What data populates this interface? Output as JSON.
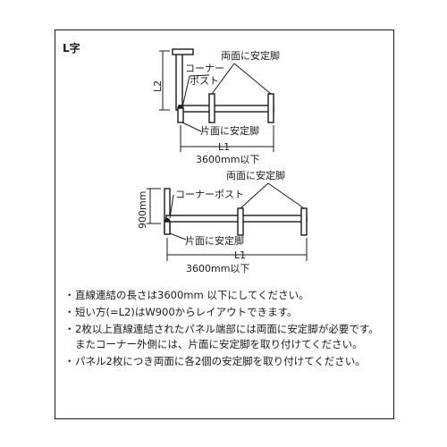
{
  "title": "L字",
  "diagram1": {
    "l2_label": "L2",
    "corner_label_1": "コーナー",
    "corner_label_2": "ポスト",
    "both_sides_label": "両面に安定脚",
    "one_side_label": "片面に安定脚",
    "l1_label": "L1",
    "length_label": "3600mm以下"
  },
  "diagram2": {
    "height_label": "900mm",
    "corner_label": "コーナーポスト",
    "both_sides_label": "両面に安定脚",
    "one_side_label": "片面に安定脚",
    "l1_label": "L1",
    "length_label": "3600mm以下"
  },
  "notes": [
    "直線連結の長さは3600mm 以下にしてください。",
    "短い方(=L2)はW900からレイアウトできます。",
    "2枚以上直線連結されたパネル端部には両面に安定脚が必要です。またコーナー外側には、片面に安定脚を取り付けてください。",
    "パネル2枚につき両面に各2個の安定脚を取り付けてください。"
  ],
  "bullet": "・"
}
